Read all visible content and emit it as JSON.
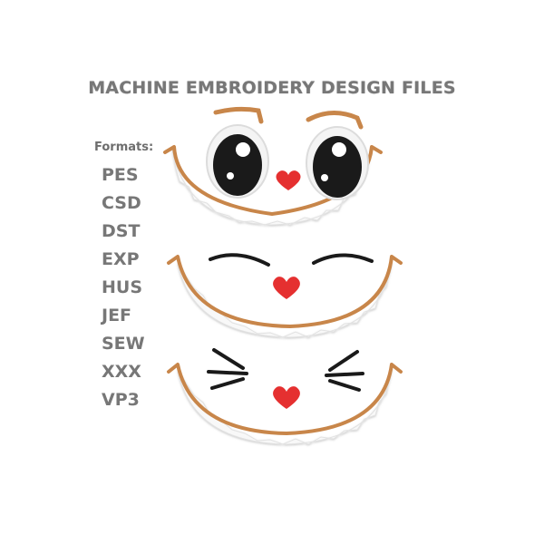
{
  "title": "MACHINE EMBROIDERY DESIGN FILES",
  "formats": {
    "heading": "Formats:",
    "items": [
      "PES",
      "CSD",
      "DST",
      "EXP",
      "HUS",
      "JEF",
      "SEW",
      "XXX",
      "VP3"
    ]
  },
  "colors": {
    "text": "#777777",
    "outline": "#c8864a",
    "eye": "#1a1a1a",
    "heart": "#e53030",
    "teeth": "#f7f7f7"
  },
  "designs": [
    {
      "name": "big-eyes-face"
    },
    {
      "name": "closed-eyes-face"
    },
    {
      "name": "squint-eyes-face"
    }
  ]
}
